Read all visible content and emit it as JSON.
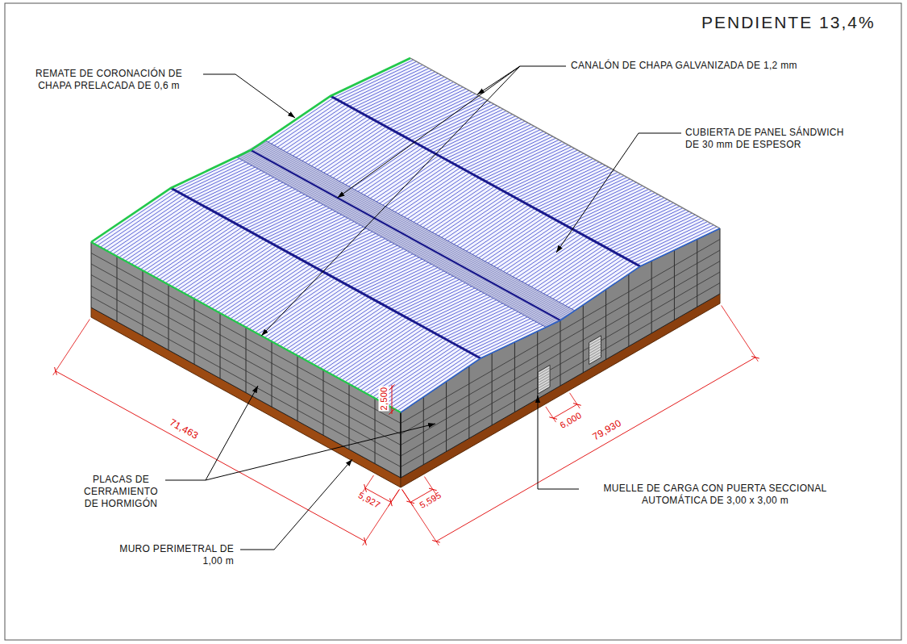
{
  "diagram": {
    "title": "PENDIENTE 13,4%",
    "labels": [
      "REMATE DE CORONACIÓN DE CHAPA PRELACADA DE 0,6 m",
      "CANALÓN DE CHAPA GALVANIZADA DE 1,2 mm",
      "CUBIERTA DE PANEL SÁNDWICH DE 30 mm DE ESPESOR",
      "71,463",
      "79,930",
      "2,500",
      "6,000",
      "PLACAS DE CERRAMIENTO DE HORMIGÓN",
      "5,927",
      "5,595",
      "MUELLE DE CARGA CON PUERTA SECCIONAL AUTOMÁTICA DE 3,00 x 3,00 m",
      "MURO PERIMETRAL DE 1,00 m"
    ]
  }
}
